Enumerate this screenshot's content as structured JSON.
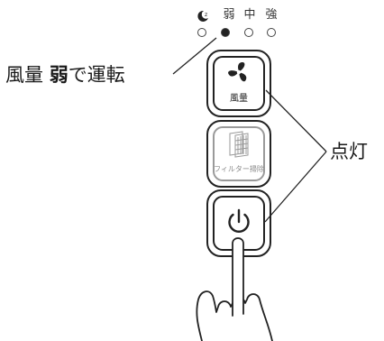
{
  "indicator_labels": [
    "弱",
    "中",
    "強"
  ],
  "indicators": [
    {
      "label": "sleep",
      "icon": "moon-sleep-icon",
      "state": "off"
    },
    {
      "label": "弱",
      "state": "on"
    },
    {
      "label": "中",
      "state": "off"
    },
    {
      "label": "強",
      "state": "off"
    }
  ],
  "callout_left": {
    "prefix": "風量 ",
    "emphasis": "弱",
    "suffix": "で運転"
  },
  "callout_right": "点灯",
  "buttons": {
    "fan": {
      "icon": "fan-icon",
      "caption": "風量"
    },
    "filter": {
      "icon": "filter-icon",
      "caption": "フィルター掃除"
    },
    "power": {
      "icon": "power-icon"
    }
  },
  "colors": {
    "outline": "#222222",
    "disabled": "#9a9a9a",
    "indicator_on": "#222222"
  }
}
